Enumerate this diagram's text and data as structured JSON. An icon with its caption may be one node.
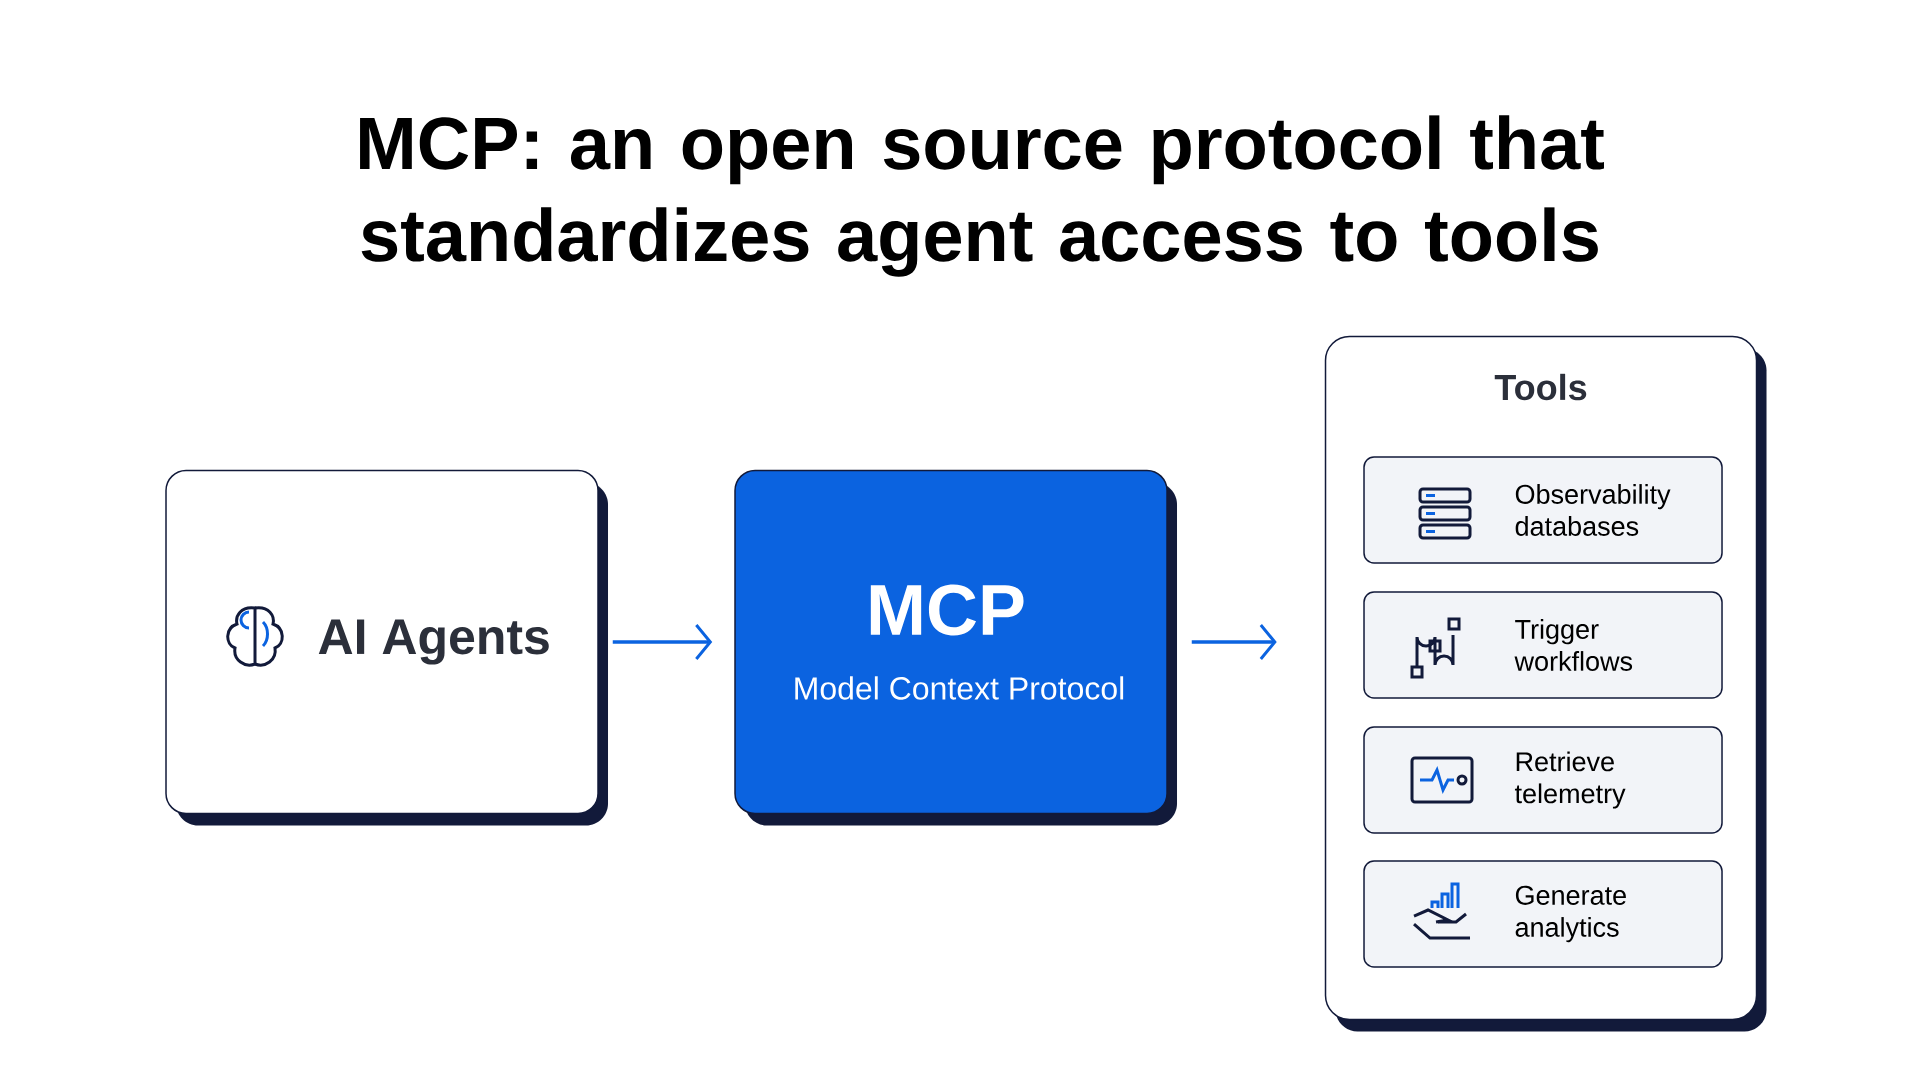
{
  "diagram": {
    "title": "MCP: an open source protocol that standardizes agent access to tools",
    "nodes": [
      {
        "text": [
          "AI Agents"
        ]
      },
      {
        "text": [
          "MCP",
          "Model Context Protocol"
        ]
      },
      {
        "text": [
          "Tools"
        ]
      },
      {
        "text": [
          "Observability databases"
        ],
        "in": 2
      },
      {
        "text": [
          "Trigger workflows"
        ],
        "in": 2
      },
      {
        "text": [
          "Retrieve telemetry"
        ],
        "in": 2
      },
      {
        "text": [
          "Generate analytics"
        ],
        "in": 2
      }
    ],
    "edges": [
      {
        "from": 0,
        "to": 1,
        "arrow": "to"
      },
      {
        "from": 1,
        "to": 2,
        "arrow": "to"
      }
    ]
  }
}
